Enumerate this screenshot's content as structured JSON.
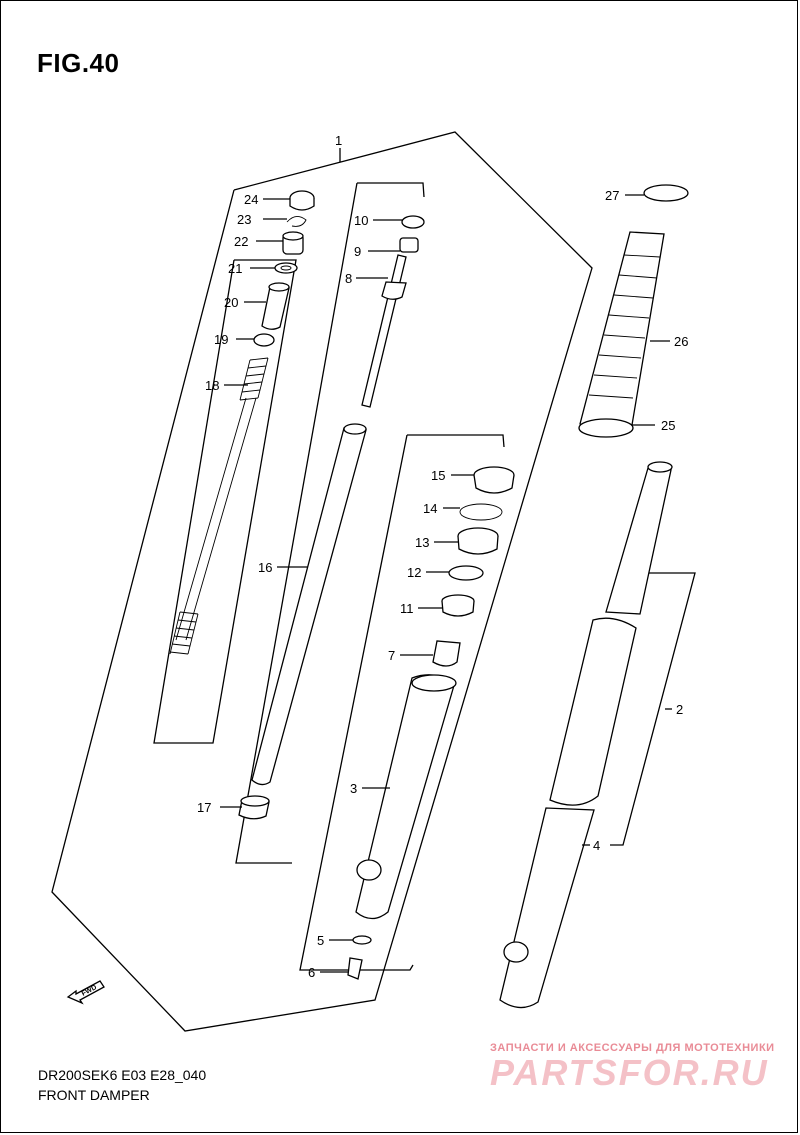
{
  "figure": {
    "title": "FIG.40"
  },
  "footer": {
    "model_code": "DR200SEK6 E03 E28_040",
    "section_name": "FRONT DAMPER"
  },
  "watermark": {
    "tagline": "ЗАПЧАСТИ И АКСЕССУАРЫ ДЛЯ МОТОТЕХНИКИ",
    "brand": "PARTSFOR.RU"
  },
  "direction_arrow": {
    "label": "FWD"
  },
  "callouts": [
    "1",
    "2",
    "3",
    "4",
    "5",
    "6",
    "7",
    "8",
    "9",
    "10",
    "11",
    "12",
    "13",
    "14",
    "15",
    "16",
    "17",
    "18",
    "19",
    "20",
    "21",
    "22",
    "23",
    "24",
    "25",
    "26",
    "27"
  ],
  "colors": {
    "line": "#000000",
    "watermark_text": "#e98b96",
    "watermark_brand": "#f4c1c7"
  }
}
